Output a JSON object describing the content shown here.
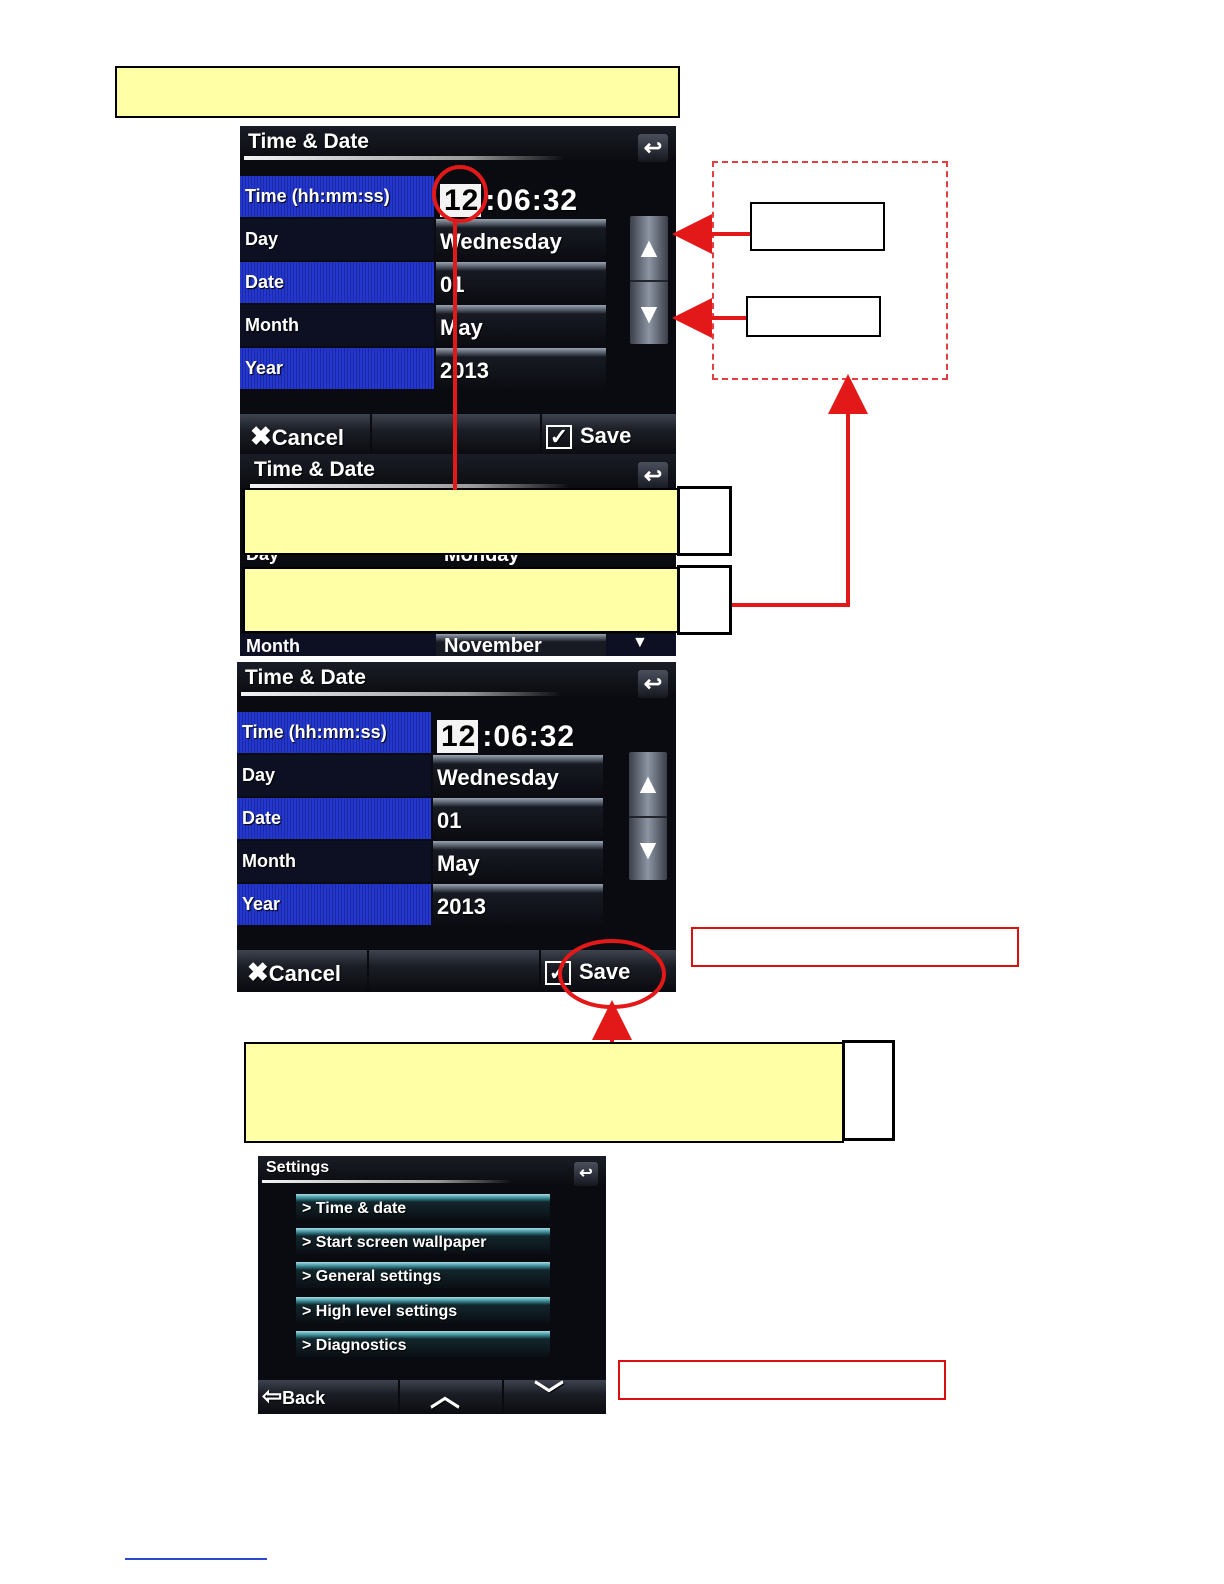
{
  "screen_top": {
    "title": "Time & Date",
    "back_icon": "back-return-icon",
    "rows": [
      {
        "label": "Time (hh:mm:ss)",
        "value_hh": "12",
        "value_rest": ":06:32"
      },
      {
        "label": "Day",
        "value": "Wednesday"
      },
      {
        "label": "Date",
        "value": "01"
      },
      {
        "label": "Month",
        "value": "May"
      },
      {
        "label": "Year",
        "value": "2013"
      }
    ],
    "cancel_label": "Cancel",
    "save_label": "Save"
  },
  "screen_partial": {
    "title": "Time & Date",
    "day_value": "Monday",
    "day_label": "Day",
    "month_label": "Month",
    "month_value": "November"
  },
  "screen_middle": {
    "title": "Time & Date",
    "rows": [
      {
        "label": "Time (hh:mm:ss)",
        "value_hh": "12",
        "value_rest": ":06:32"
      },
      {
        "label": "Day",
        "value": "Wednesday"
      },
      {
        "label": "Date",
        "value": "01"
      },
      {
        "label": "Month",
        "value": "May"
      },
      {
        "label": "Year",
        "value": "2013"
      }
    ],
    "cancel_label": "Cancel",
    "save_label": "Save"
  },
  "screen_settings": {
    "title": "Settings",
    "items": [
      "> Time & date",
      "> Start screen wallpaper",
      "> General settings",
      "> High level settings",
      "> Diagnostics"
    ],
    "back_label": "Back"
  },
  "colors": {
    "callout_yellow": "#ffffa6",
    "accent_red": "#e31818",
    "row_blue": "#2337cf"
  }
}
